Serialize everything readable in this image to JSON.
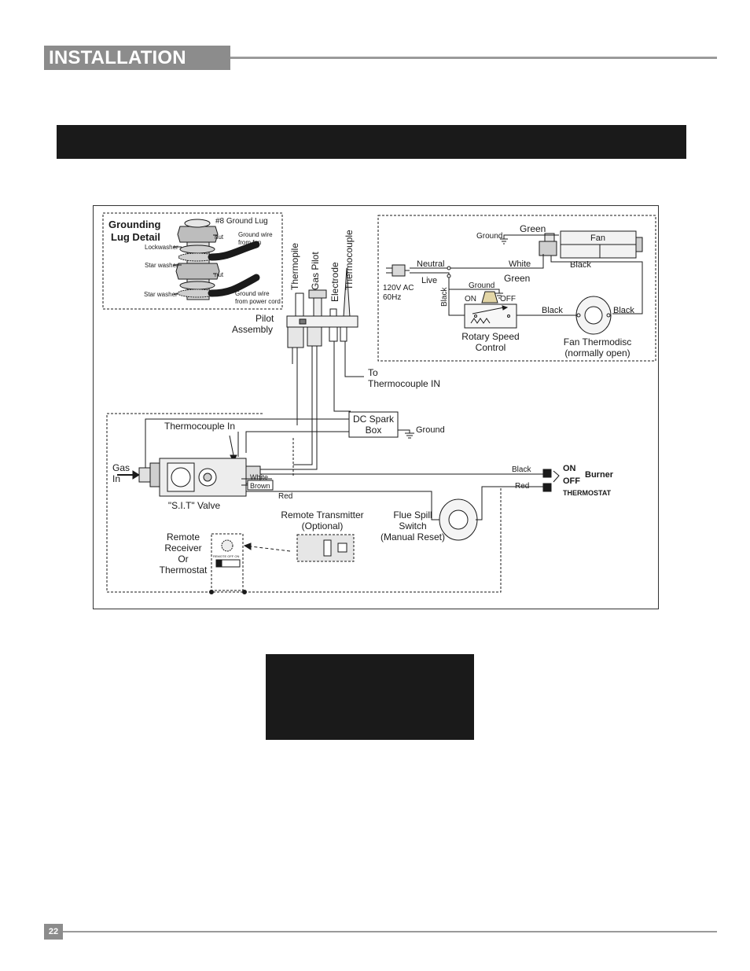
{
  "header": {
    "section_title": "INSTALLATION"
  },
  "footer": {
    "page_number": "22"
  },
  "diagram": {
    "grounding": {
      "title_line1": "Grounding",
      "title_line2": "Lug Detail",
      "ground_lug": "#8 Ground Lug",
      "nut_top": "nut",
      "nut_bottom": "nut",
      "lockwasher": "Lockwasher",
      "star_washer_top": "Star washer",
      "star_washer_bottom": "Star washer",
      "wire_fan_line1": "Ground wire",
      "wire_fan_line2": "from fan",
      "wire_cord_line1": "Ground wire",
      "wire_cord_line2": "from power cord"
    },
    "pilot": {
      "thermopile": "Thermopile",
      "gas_pilot": "Gas Pilot",
      "electrode": "Electrode",
      "thermocouple": "Thermocouple",
      "assembly_line1": "Pilot",
      "assembly_line2": "Assembly",
      "to_tc_line1": "To",
      "to_tc_line2": "Thermocouple IN"
    },
    "fan_circuit": {
      "green_top": "Green",
      "ground_top": "Ground",
      "fan": "Fan",
      "neutral": "Neutral",
      "white": "White",
      "black_fan": "Black",
      "live": "Live",
      "ground_mid": "Ground",
      "green_mid": "Green",
      "supply_line1": "120V AC",
      "supply_line2": "60Hz",
      "black_vertical": "Black",
      "on": "ON",
      "off": "OFF",
      "black_left": "Black",
      "black_right": "Black",
      "rotary_line1": "Rotary Speed",
      "rotary_line2": "Control",
      "thermodisc_line1": "Fan Thermodisc",
      "thermodisc_line2": "(normally open)"
    },
    "valve_circuit": {
      "spark_line1": "DC Spark",
      "spark_line2": "Box",
      "ground": "Ground",
      "tc_in": "Thermocouple In",
      "gas_line1": "Gas",
      "gas_line2": "In",
      "white": "White",
      "brown": "Brown",
      "red_valve": "Red",
      "valve_name": "\"S.I.T\" Valve",
      "black": "Black",
      "red_switch": "Red",
      "sw_on": "ON",
      "sw_off": "OFF",
      "burner": "Burner",
      "thermostat": "THERMOSTAT",
      "transmitter_line1": "Remote Transmitter",
      "transmitter_line2": "(Optional)",
      "flue_line1": "Flue Spill",
      "flue_line2": "Switch",
      "flue_line3": "(Manual Reset)",
      "receiver_line1": "Remote",
      "receiver_line2": "Receiver",
      "receiver_line3": "Or",
      "receiver_line4": "Thermostat",
      "receiver_small": "REMOTE OFF ON"
    }
  }
}
